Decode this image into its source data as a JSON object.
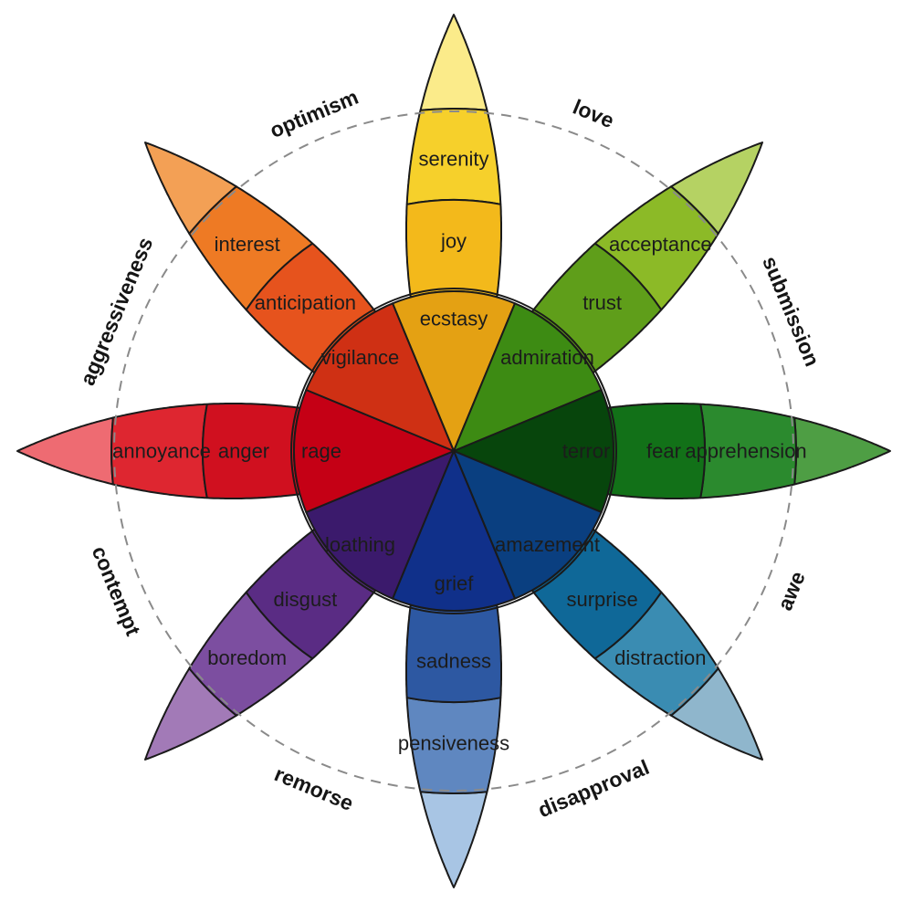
{
  "petals": [
    {
      "key": "joy",
      "labels": [
        "serenity",
        "joy",
        "ecstasy"
      ],
      "colors": [
        "#fbeb8a",
        "#f6d02b",
        "#f3b91b",
        "#e4a113"
      ]
    },
    {
      "key": "trust",
      "labels": [
        "acceptance",
        "trust",
        "admiration"
      ],
      "colors": [
        "#b5d263",
        "#8cba27",
        "#5f9e1a",
        "#3d8b13"
      ]
    },
    {
      "key": "fear",
      "labels": [
        "apprehension",
        "fear",
        "terror"
      ],
      "colors": [
        "#4e9e44",
        "#2b8a2e",
        "#127118",
        "#07450c"
      ]
    },
    {
      "key": "surprise",
      "labels": [
        "distraction",
        "surprise",
        "amazement"
      ],
      "colors": [
        "#8fb6cc",
        "#3a8cb2",
        "#0f6898",
        "#0a3f80"
      ]
    },
    {
      "key": "sadness",
      "labels": [
        "pensiveness",
        "sadness",
        "grief"
      ],
      "colors": [
        "#a8c5e4",
        "#5f87c0",
        "#2d58a2",
        "#10308a"
      ]
    },
    {
      "key": "disgust",
      "labels": [
        "boredom",
        "disgust",
        "loathing"
      ],
      "colors": [
        "#a27ab7",
        "#7c4ea0",
        "#5a2c84",
        "#3b1a6c"
      ]
    },
    {
      "key": "anger",
      "labels": [
        "annoyance",
        "anger",
        "rage"
      ],
      "colors": [
        "#ee6b72",
        "#de2630",
        "#d0101f",
        "#c50015"
      ]
    },
    {
      "key": "anticipation",
      "labels": [
        "interest",
        "anticipation",
        "vigilance"
      ],
      "colors": [
        "#f3a055",
        "#ee7a24",
        "#e6531d",
        "#cf3014"
      ]
    }
  ],
  "dyads": [
    "love",
    "submission",
    "awe",
    "disapproval",
    "remorse",
    "contempt",
    "aggressiveness",
    "optimism"
  ]
}
